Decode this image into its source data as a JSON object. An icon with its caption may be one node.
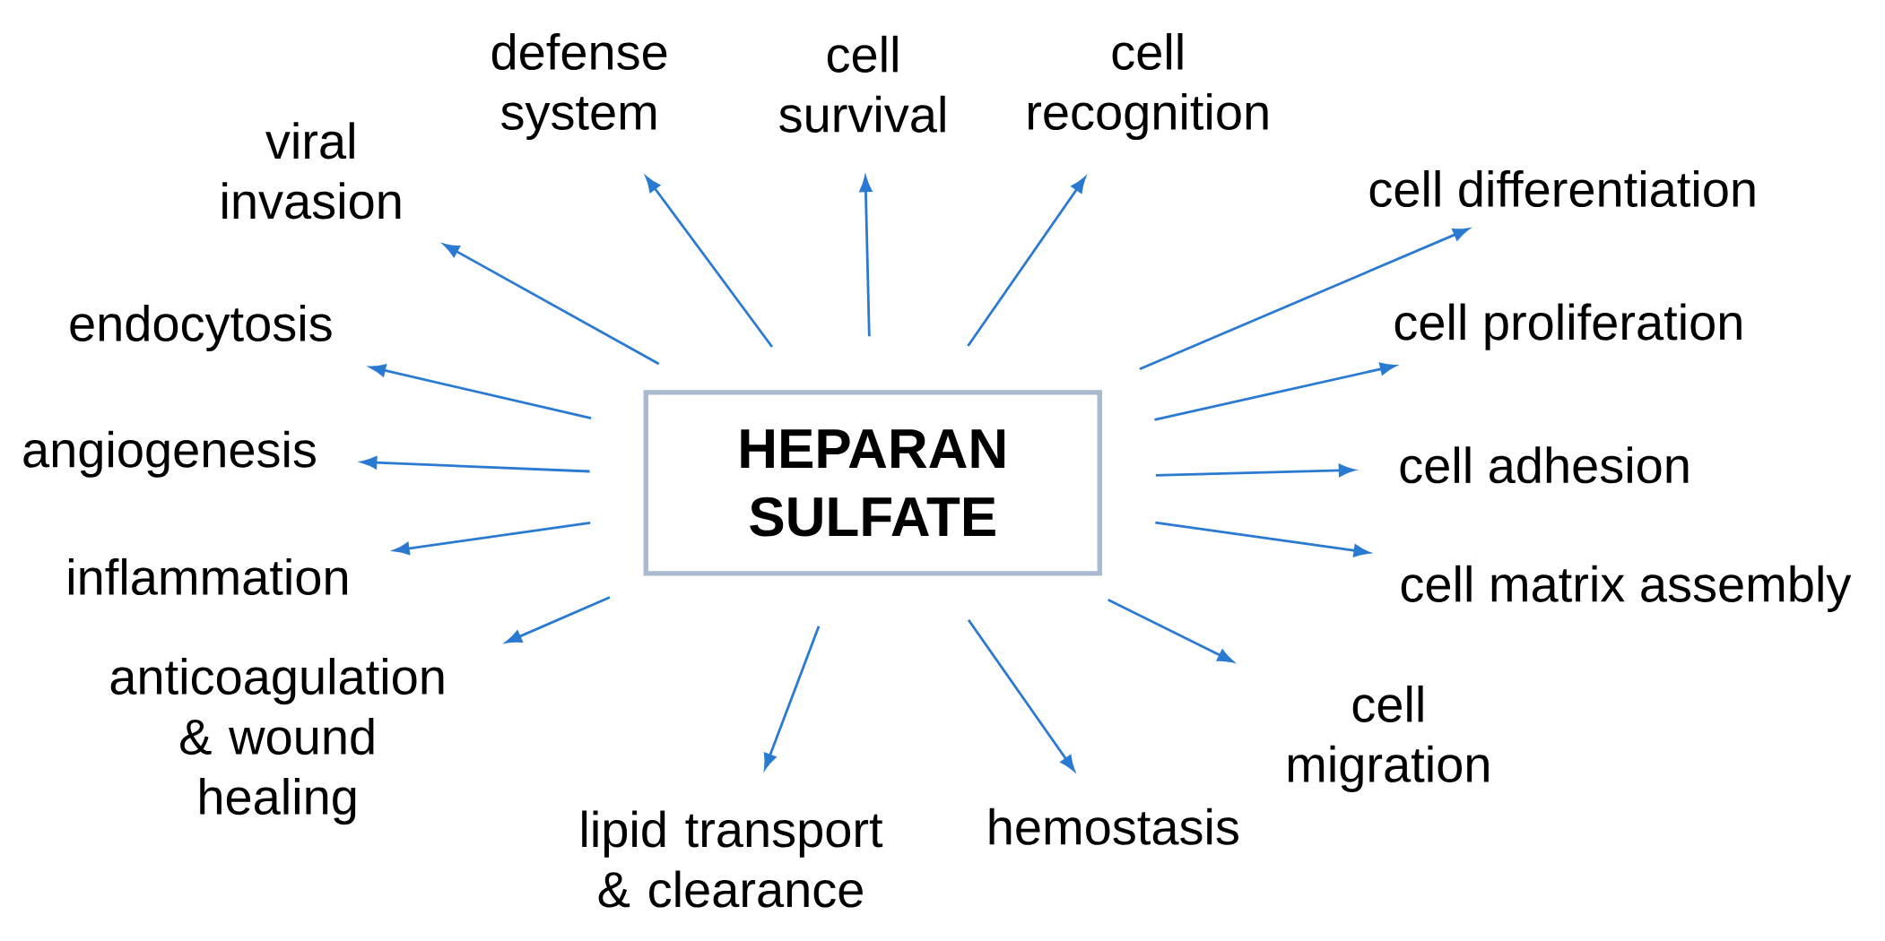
{
  "diagram": {
    "nodes": [
      {
        "text": [
          "HEPARAN SULFATE"
        ]
      },
      {
        "text": [
          "viral invasion"
        ]
      },
      {
        "text": [
          "defense system"
        ]
      },
      {
        "text": [
          "cell survival"
        ]
      },
      {
        "text": [
          "cell recognition"
        ]
      },
      {
        "text": [
          "cell differentiation"
        ]
      },
      {
        "text": [
          "cell proliferation"
        ]
      },
      {
        "text": [
          "cell adhesion"
        ]
      },
      {
        "text": [
          "cell matrix assembly"
        ]
      },
      {
        "text": [
          "cell migration"
        ]
      },
      {
        "text": [
          "hemostasis"
        ]
      },
      {
        "text": [
          "lipid transport & clearance"
        ]
      },
      {
        "text": [
          "anticoagulation & wound healing"
        ]
      },
      {
        "text": [
          "inflammation"
        ]
      },
      {
        "text": [
          "angiogenesis"
        ]
      },
      {
        "text": [
          "endocytosis"
        ]
      }
    ],
    "edges": [
      {
        "from": 0,
        "to": 1,
        "arrow": "to"
      },
      {
        "from": 0,
        "to": 2,
        "arrow": "to"
      },
      {
        "from": 0,
        "to": 3,
        "arrow": "to"
      },
      {
        "from": 0,
        "to": 4,
        "arrow": "to"
      },
      {
        "from": 0,
        "to": 5,
        "arrow": "to"
      },
      {
        "from": 0,
        "to": 6,
        "arrow": "to"
      },
      {
        "from": 0,
        "to": 7,
        "arrow": "to"
      },
      {
        "from": 0,
        "to": 8,
        "arrow": "to"
      },
      {
        "from": 0,
        "to": 9,
        "arrow": "to"
      },
      {
        "from": 0,
        "to": 10,
        "arrow": "to"
      },
      {
        "from": 0,
        "to": 11,
        "arrow": "to"
      },
      {
        "from": 0,
        "to": 12,
        "arrow": "to"
      },
      {
        "from": 0,
        "to": 13,
        "arrow": "to"
      },
      {
        "from": 0,
        "to": 14,
        "arrow": "to"
      },
      {
        "from": 0,
        "to": 15,
        "arrow": "to"
      }
    ]
  }
}
